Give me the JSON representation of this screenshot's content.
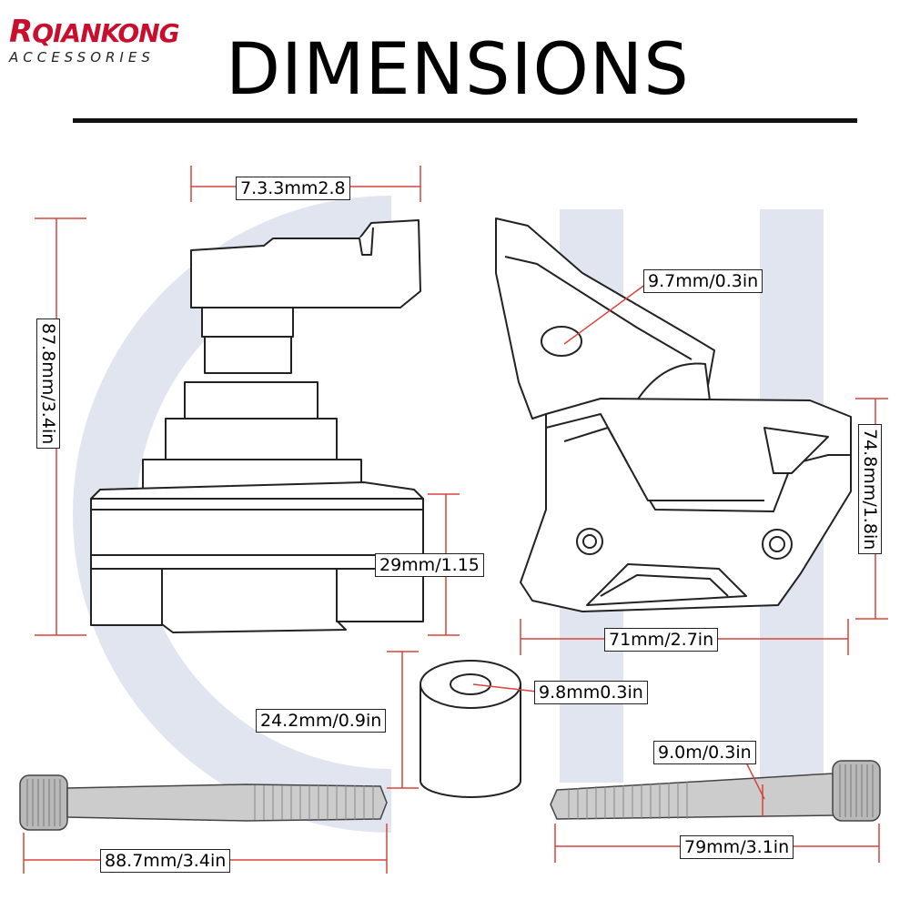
{
  "brand": {
    "name_initial": "R",
    "name_rest": "QIANKONG",
    "subtitle": "ACCESSORIES",
    "color": "#c8102e"
  },
  "headline": "DIMENSIONS",
  "colors": {
    "dimension_line": "#d9433b",
    "outline": "#222222",
    "bolt_fill": "#c4c4c4",
    "watermark": "#dfe3ef"
  },
  "dimensions": {
    "top_width": "7.3.3mm2.8",
    "left_height": "87.8mm/3.4in",
    "hole_dia": "9.7mm/0.3in",
    "right_height": "74.8mm/1.8in",
    "base_height": "29mm/1.15",
    "right_width": "71mm/2.7in",
    "spacer_dia": "9.8mm0.3in",
    "spacer_height": "24.2mm/0.9in",
    "short_bolt_dia": "9.0m/0.3in",
    "long_bolt_length": "88.7mm/3.4in",
    "short_bolt_length": "79mm/3.1in"
  }
}
